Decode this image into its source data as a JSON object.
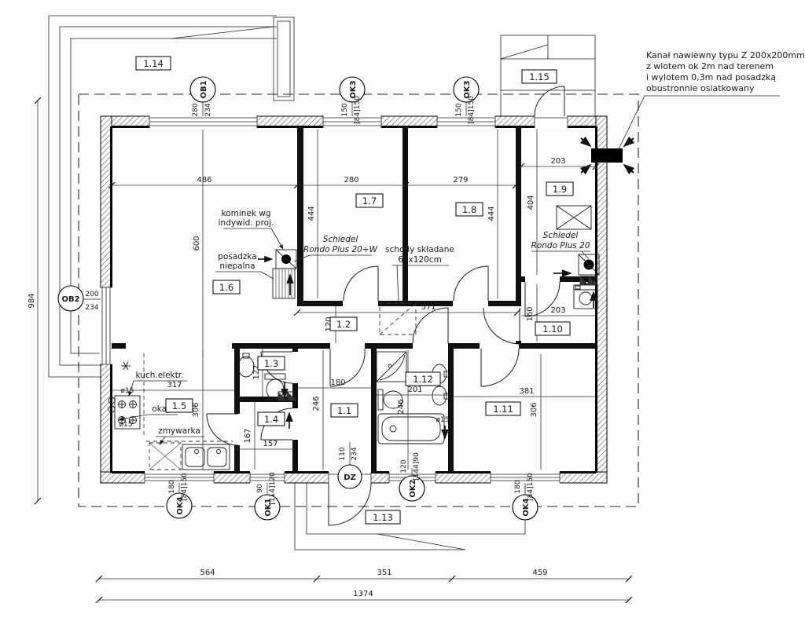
{
  "note": {
    "l1": "Kanał nawiewny typu Z 200x200mm",
    "l2": "z wlotem ok 2m nad terenem",
    "l3": "i wylotem 0,3m nad posadzką",
    "l4": "obustronnie osiatkowany"
  },
  "rooms": {
    "r1": "1.1",
    "r2": "1.2",
    "r3": "1.3",
    "r4": "1.4",
    "r5": "1.5",
    "r6": "1.6",
    "r7": "1.7",
    "r8": "1.8",
    "r9": "1.9",
    "r10": "1.10",
    "r11": "1.11",
    "r12": "1.12",
    "r13": "1.13",
    "r14": "1.14",
    "r15": "1.15"
  },
  "marks": {
    "ob1": {
      "id": "OB1",
      "a": "280",
      "b": "234"
    },
    "ok3a": {
      "id": "OK3",
      "a": "150",
      "b": "[84]150"
    },
    "ok3b": {
      "id": "OK3",
      "a": "150",
      "b": "[84]150"
    },
    "ob2": {
      "id": "OB2",
      "a": "200",
      "b": "234"
    },
    "ok4a": {
      "id": "OK4",
      "a": "180",
      "b": "[84]150"
    },
    "ok1": {
      "id": "OK1",
      "a": "90",
      "b": "[114]120"
    },
    "dz": {
      "id": "DZ",
      "a": "110",
      "b": "234"
    },
    "ok2": {
      "id": "OK2",
      "a": "120",
      "b": "[144]90"
    },
    "ok4b": {
      "id": "OK4",
      "a": "180",
      "b": "[84]150"
    }
  },
  "ann": {
    "kominek1": "kominek wg",
    "kominek2": "indywid. proj.",
    "posadzka1": "posadzka",
    "posadzka2": "niepalna",
    "schiedelw1": "Schiedel",
    "schiedelw2": "Rondo Plus 20+W",
    "schody1": "schody składane",
    "schody2": "60x120cm",
    "schiedel1": "Schiedel",
    "schiedel2": "Rondo Plus 20",
    "kuch": "kuch.elektr.",
    "okap": "okap",
    "zmywarka": "zmywarka",
    "fi15": "ø15"
  },
  "dims": {
    "w486": "486",
    "w280": "280",
    "w279": "279",
    "w203a": "203",
    "h600": "600",
    "h444a": "444",
    "h444b": "444",
    "h404": "404",
    "w571": "571",
    "h120": "120",
    "h160": "160",
    "w203b": "203",
    "w317": "317",
    "h306a": "306",
    "h127": "127",
    "h167": "167",
    "w157": "157",
    "w180": "180",
    "h246a": "246",
    "w201": "201",
    "h246b": "246",
    "w381": "381",
    "h306b": "306",
    "h984": "984",
    "w564": "564",
    "w351": "351",
    "w459": "459",
    "w1374": "1374"
  }
}
